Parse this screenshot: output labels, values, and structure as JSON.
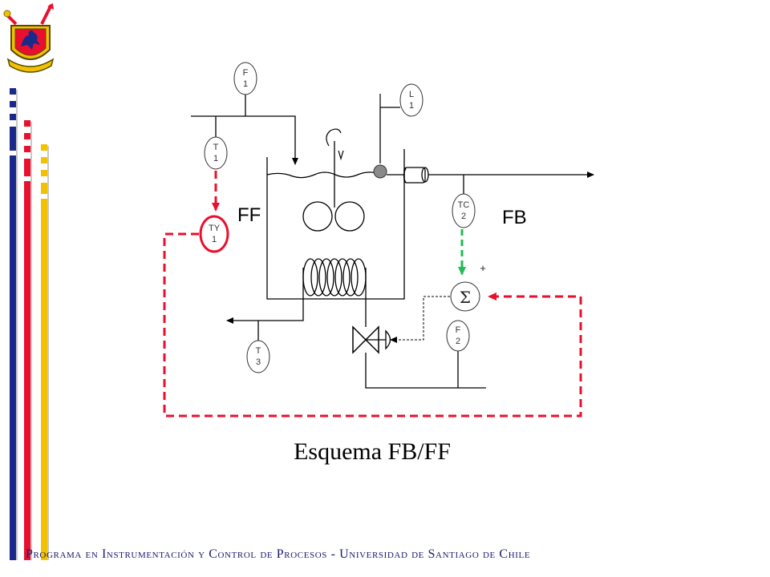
{
  "colors": {
    "navy": "#1b2a8a",
    "red": "#e8102e",
    "yellow": "#f2c200",
    "ff_line": "#e8102e",
    "fb_line": "#22bb55"
  },
  "logo": {
    "icon": "university-crest-icon"
  },
  "instruments": {
    "f1": [
      "F",
      "1"
    ],
    "l1": [
      "L",
      "1"
    ],
    "t1": [
      "T",
      "1"
    ],
    "ty1": [
      "TY",
      "1"
    ],
    "tc2": [
      "TC",
      "2"
    ],
    "f2": [
      "F",
      "2"
    ],
    "t3": [
      "T",
      "3"
    ]
  },
  "summer": {
    "symbol": "Σ",
    "plus": "+"
  },
  "labels": {
    "ff": "FF",
    "fb": "FB"
  },
  "title": "Esquema FB/FF",
  "footer": "Programa en Instrumentación y Control de Procesos - Universidad de Santiago de Chile"
}
